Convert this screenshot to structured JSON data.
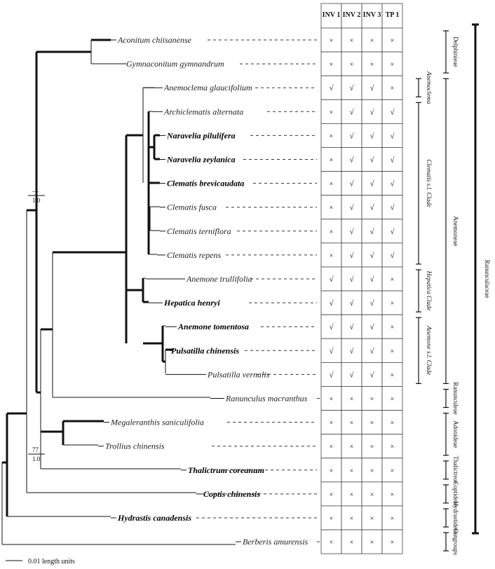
{
  "table": {
    "columns": [
      "INV 1",
      "INV 2",
      "INV 3",
      "TP 1"
    ],
    "check_symbol": "√",
    "cross_symbol": "×"
  },
  "taxa": [
    {
      "name": "Aconitum chiisanense",
      "bold": false,
      "marks": [
        "x",
        "x",
        "x",
        "x"
      ]
    },
    {
      "name": "Gymnaconitum gymnandrum",
      "bold": false,
      "marks": [
        "x",
        "x",
        "x",
        "x"
      ]
    },
    {
      "name": "Anemoclema glaucifolium",
      "bold": false,
      "marks": [
        "v",
        "v",
        "v",
        "x"
      ]
    },
    {
      "name": "Archiclematis alternata",
      "bold": false,
      "marks": [
        "x",
        "v",
        "v",
        "v"
      ]
    },
    {
      "name": "Naravelia pilulifera",
      "bold": true,
      "marks": [
        "x",
        "v",
        "v",
        "v"
      ]
    },
    {
      "name": "Naravelia zeylanica",
      "bold": true,
      "marks": [
        "x",
        "v",
        "v",
        "v"
      ]
    },
    {
      "name": "Clematis brevicaudata",
      "bold": true,
      "marks": [
        "x",
        "v",
        "v",
        "v"
      ]
    },
    {
      "name": "Clematis fusca",
      "bold": false,
      "marks": [
        "x",
        "v",
        "v",
        "v"
      ]
    },
    {
      "name": "Clematis terniflora",
      "bold": false,
      "marks": [
        "x",
        "v",
        "v",
        "v"
      ]
    },
    {
      "name": "Clematis repens",
      "bold": false,
      "marks": [
        "x",
        "v",
        "v",
        "v"
      ]
    },
    {
      "name": "Anemone trullifolia",
      "bold": false,
      "marks": [
        "v",
        "v",
        "v",
        "x"
      ]
    },
    {
      "name": "Hepatica henryi",
      "bold": true,
      "marks": [
        "v",
        "v",
        "v",
        "x"
      ]
    },
    {
      "name": "Anemone tomentosa",
      "bold": true,
      "marks": [
        "v",
        "v",
        "v",
        "x"
      ]
    },
    {
      "name": "Pulsatilla chinensis",
      "bold": true,
      "marks": [
        "v",
        "v",
        "v",
        "x"
      ]
    },
    {
      "name": "Pulsatilla vernalis",
      "bold": false,
      "marks": [
        "v",
        "v",
        "v",
        "x"
      ]
    },
    {
      "name": "Ranunculus macranthus",
      "bold": false,
      "marks": [
        "x",
        "x",
        "x",
        "x"
      ]
    },
    {
      "name": "Megaleranthis saniculifolia",
      "bold": false,
      "marks": [
        "x",
        "x",
        "x",
        "x"
      ]
    },
    {
      "name": "Trollius chinensis",
      "bold": false,
      "marks": [
        "x",
        "x",
        "x",
        "x"
      ]
    },
    {
      "name": "Thalictrum coreanum",
      "bold": true,
      "marks": [
        "x",
        "x",
        "x",
        "x"
      ]
    },
    {
      "name": "Coptis chinensis",
      "bold": true,
      "marks": [
        "x",
        "x",
        "x",
        "x"
      ]
    },
    {
      "name": "Hydrastis canadensis",
      "bold": true,
      "marks": [
        "x",
        "x",
        "x",
        "x"
      ]
    },
    {
      "name": "Berberis amurensis",
      "bold": false,
      "marks": [
        "x",
        "x",
        "x",
        "x"
      ]
    }
  ],
  "groups": [
    {
      "label": "Delphinieae",
      "from": 0,
      "to": 1
    },
    {
      "label": "Anemoclema",
      "from": 2,
      "to": 2
    },
    {
      "label": "Clematis s.l. Clade",
      "from": 3,
      "to": 9
    },
    {
      "label": "Hepatica Clade",
      "from": 10,
      "to": 11
    },
    {
      "label": "Anemone s.l. Clade",
      "from": 12,
      "to": 14
    }
  ],
  "tribes": [
    {
      "label": "Delphinieae",
      "from": 0,
      "to": 1
    },
    {
      "label": "Anemoneae",
      "from": 2,
      "to": 14
    },
    {
      "label": "Ranunculeae",
      "from": 15,
      "to": 15
    },
    {
      "label": "Adonideae",
      "from": 16,
      "to": 17
    },
    {
      "label": "Thalictreae",
      "from": 18,
      "to": 18
    },
    {
      "label": "Coptideae",
      "from": 19,
      "to": 19
    },
    {
      "label": "Hydrastideae",
      "from": 20,
      "to": 20
    },
    {
      "label": "Outgroups",
      "from": 21,
      "to": 21
    }
  ],
  "family": {
    "label": "Ranunculaceae",
    "from": 0,
    "to": 20
  },
  "support_labels": [
    {
      "top": "—",
      "bottom": "1.0",
      "node": "anemoneae_clematis"
    },
    {
      "top": "77",
      "bottom": "1.0",
      "node": "adonideae_thalictrum"
    }
  ],
  "scale_bar": {
    "label": "0.01 length units"
  }
}
